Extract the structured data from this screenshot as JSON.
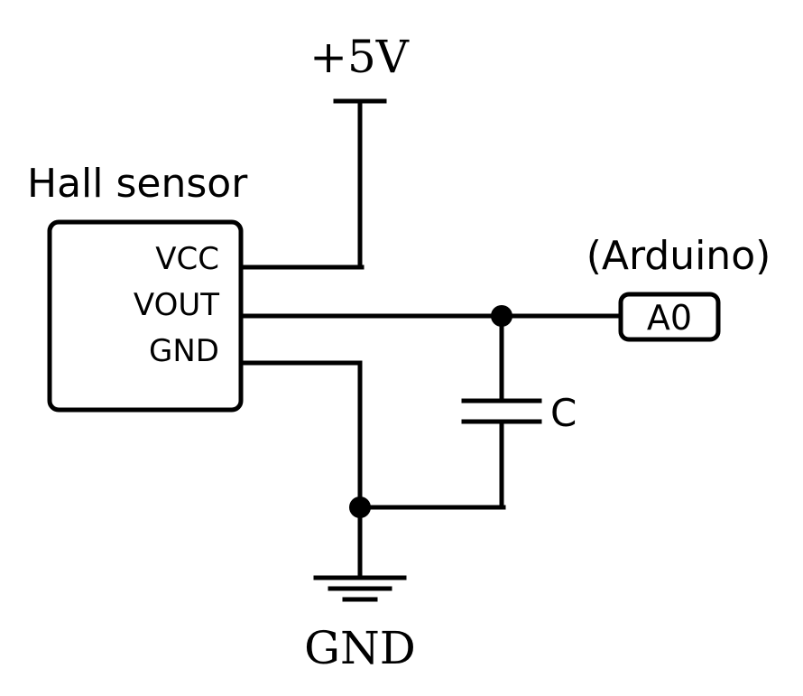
{
  "sensor": {
    "title": "Hall sensor",
    "pins": {
      "vcc": "VCC",
      "vout": "VOUT",
      "gnd": "GND"
    }
  },
  "supply": {
    "label": "+5V"
  },
  "ground": {
    "label": "GND"
  },
  "arduino": {
    "title": "(Arduino)",
    "pin_label": "A0"
  },
  "capacitor": {
    "label": "C"
  },
  "colors": {
    "ink": "#000000",
    "background": "#ffffff"
  }
}
